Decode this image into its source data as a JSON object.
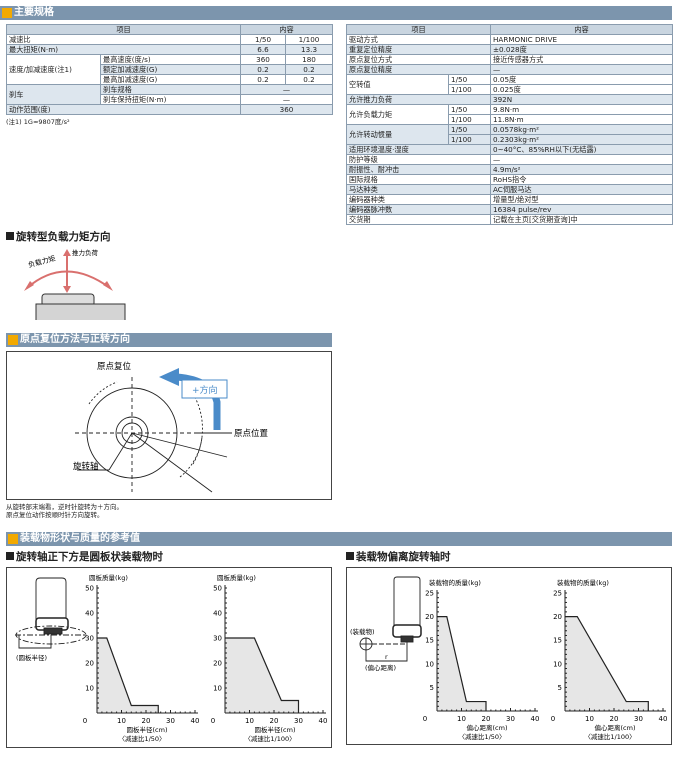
{
  "specs": {
    "title": "主要规格",
    "left": {
      "header": [
        "项目",
        "内容"
      ],
      "rows": [
        [
          {
            "t": "减速比",
            "cs": 2
          },
          {
            "t": "1/50",
            "c": 1
          },
          {
            "t": "1/100",
            "c": 1
          }
        ],
        [
          {
            "t": "最大扭矩(N·m)",
            "cs": 2
          },
          {
            "t": "6.6",
            "c": 1
          },
          {
            "t": "13.3",
            "c": 1
          }
        ],
        [
          {
            "t": "速度/加减速度(注1)",
            "rs": 3
          },
          {
            "t": "最高速度(度/s)"
          },
          {
            "t": "360",
            "c": 1
          },
          {
            "t": "180",
            "c": 1
          }
        ],
        [
          {
            "t": "额定加减速度(G)"
          },
          {
            "t": "0.2",
            "c": 1
          },
          {
            "t": "0.2",
            "c": 1
          }
        ],
        [
          {
            "t": "最高加减速度(G)"
          },
          {
            "t": "0.2",
            "c": 1
          },
          {
            "t": "0.2",
            "c": 1
          }
        ],
        [
          {
            "t": "刹车",
            "rs": 2
          },
          {
            "t": "刹车规格"
          },
          {
            "t": "—",
            "cs": 2,
            "c": 1
          }
        ],
        [
          {
            "t": "刹车保持扭矩(N·m)"
          },
          {
            "t": "—",
            "cs": 2,
            "c": 1
          }
        ],
        [
          {
            "t": "动作范围(度)",
            "cs": 2
          },
          {
            "t": "360",
            "cs": 2,
            "c": 1
          }
        ]
      ],
      "note": "(注1) 1G≈9807度/s²"
    },
    "right": {
      "header": [
        "项目",
        "内容"
      ],
      "rows": [
        [
          {
            "t": "驱动方式",
            "cs": 2
          },
          {
            "t": "HARMONIC DRIVE"
          }
        ],
        [
          {
            "t": "重复定位精度",
            "cs": 2
          },
          {
            "t": "±0.028度"
          }
        ],
        [
          {
            "t": "原点复位方式",
            "cs": 2
          },
          {
            "t": "接近传感器方式"
          }
        ],
        [
          {
            "t": "原点复位精度",
            "cs": 2
          },
          {
            "t": "—"
          }
        ],
        [
          {
            "t": "空转值",
            "rs": 2
          },
          {
            "t": "1/50"
          },
          {
            "t": "0.05度"
          }
        ],
        [
          {
            "t": "1/100"
          },
          {
            "t": "0.025度"
          }
        ],
        [
          {
            "t": "允许推力负荷",
            "cs": 2
          },
          {
            "t": "392N"
          }
        ],
        [
          {
            "t": "允许负载力矩",
            "rs": 2
          },
          {
            "t": "1/50"
          },
          {
            "t": "9.8N·m"
          }
        ],
        [
          {
            "t": "1/100"
          },
          {
            "t": "11.8N·m"
          }
        ],
        [
          {
            "t": "允许转动惯量",
            "rs": 2
          },
          {
            "t": "1/50"
          },
          {
            "t": "0.0578kg·m²"
          }
        ],
        [
          {
            "t": "1/100"
          },
          {
            "t": "0.2303kg·m²"
          }
        ],
        [
          {
            "t": "适用环境温度·湿度",
            "cs": 2
          },
          {
            "t": "0~40°C、85%RH以下(无结露)"
          }
        ],
        [
          {
            "t": "防护等级",
            "cs": 2
          },
          {
            "t": "—"
          }
        ],
        [
          {
            "t": "耐振性、耐冲击",
            "cs": 2
          },
          {
            "t": "4.9m/s²"
          }
        ],
        [
          {
            "t": "国际规格",
            "cs": 2
          },
          {
            "t": "RoHS指令"
          }
        ],
        [
          {
            "t": "马达种类",
            "cs": 2
          },
          {
            "t": "AC伺服马达"
          }
        ],
        [
          {
            "t": "编码器种类",
            "cs": 2
          },
          {
            "t": "增量型/绝对型"
          }
        ],
        [
          {
            "t": "编码器脉冲数",
            "cs": 2
          },
          {
            "t": "16384 pulse/rev"
          }
        ],
        [
          {
            "t": "交货期",
            "cs": 2
          },
          {
            "t": "记载在主页[交货期查询]中"
          }
        ]
      ]
    }
  },
  "moment": {
    "title": "旋转型负载力矩方向",
    "moment_label": "负载力矩",
    "thrust_label": "推力负荷"
  },
  "origin": {
    "title": "原点复位方法与正转方向",
    "return_label": "原点复位",
    "plus_dir": "+方向",
    "origin_pos": "原点位置",
    "axis_label": "旋转轴",
    "notes": [
      "从旋转部末端看，逆时针旋转为＋方向。",
      "原点复位动作按顺时针方向旋转。"
    ]
  },
  "load": {
    "title": "装载物形状与质量的参考值",
    "disk": {
      "title": "旋转轴正下方是圆板状装载物时",
      "radius_label": "(圆板半径)"
    },
    "offset": {
      "title": "装载物偏离旋转轴时",
      "load_label": "(装载物)",
      "r_label": "r",
      "dist_label": "(偏心距离)"
    }
  },
  "chart_data": [
    {
      "type": "area",
      "ylabel": "圆板质量(kg)",
      "xlabel": "圆板半径(cm)",
      "caption": "〈减速比1/50〉",
      "xlim": [
        0,
        40
      ],
      "ylim": [
        0,
        50
      ],
      "xticks": [
        0,
        10,
        20,
        30,
        40
      ],
      "yticks": [
        0,
        10,
        20,
        30,
        40,
        50
      ],
      "x": [
        0,
        4,
        14,
        25,
        25
      ],
      "y": [
        30,
        30,
        3,
        3,
        0
      ]
    },
    {
      "type": "area",
      "ylabel": "圆板质量(kg)",
      "xlabel": "圆板半径(cm)",
      "caption": "〈减速比1/100〉",
      "xlim": [
        0,
        40
      ],
      "ylim": [
        0,
        50
      ],
      "xticks": [
        0,
        10,
        20,
        30,
        40
      ],
      "yticks": [
        0,
        10,
        20,
        30,
        40,
        50
      ],
      "x": [
        0,
        12,
        23,
        30,
        30
      ],
      "y": [
        30,
        30,
        5,
        5,
        0
      ]
    },
    {
      "type": "area",
      "ylabel": "装载物的质量(kg)",
      "xlabel": "偏心距离(cm)",
      "caption": "〈减速比1/50〉",
      "xlim": [
        0,
        40
      ],
      "ylim": [
        0,
        25
      ],
      "xticks": [
        0,
        10,
        20,
        30,
        40
      ],
      "yticks": [
        0,
        5,
        10,
        15,
        20,
        25
      ],
      "x": [
        0,
        4,
        12,
        20,
        20
      ],
      "y": [
        20,
        20,
        2,
        2,
        0
      ]
    },
    {
      "type": "area",
      "ylabel": "装载物的质量(kg)",
      "xlabel": "偏心距离(cm)",
      "caption": "〈减速比1/100〉",
      "xlim": [
        0,
        40
      ],
      "ylim": [
        0,
        25
      ],
      "xticks": [
        0,
        10,
        20,
        30,
        40
      ],
      "yticks": [
        0,
        5,
        10,
        15,
        20,
        25
      ],
      "x": [
        0,
        5,
        25,
        34,
        34
      ],
      "y": [
        20,
        20,
        2,
        2,
        0
      ]
    }
  ]
}
